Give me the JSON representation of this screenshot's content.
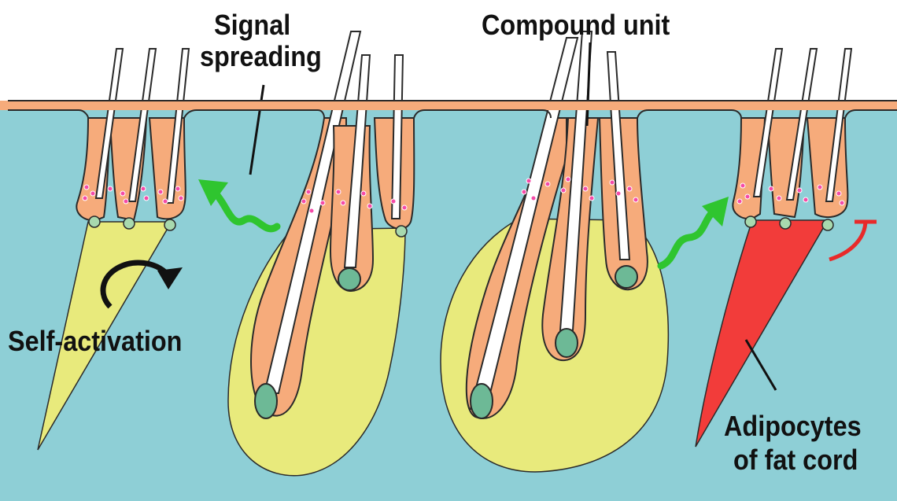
{
  "labels": {
    "signal_line1": "Signal",
    "signal_line2": "spreading",
    "compound": "Compound unit",
    "self_activation": "Self-activation",
    "adipocytes_line1": "Adipocytes",
    "adipocytes_line2": "of fat cord"
  },
  "colors": {
    "dermis": "#8ECFD6",
    "epidermis": "#F6AB7B",
    "outline": "#2a2a2a",
    "fat_zone": "#E8EA7C",
    "fat_cord": "#F23C3A",
    "papilla": "#6DB996",
    "stem_cell_dot": "#A8D9AE",
    "pigment": "#F54AA8",
    "signal_arrow": "#2FC52F",
    "inhibit_arrow": "#E82A2A",
    "hair_shaft": "#ffffff"
  }
}
